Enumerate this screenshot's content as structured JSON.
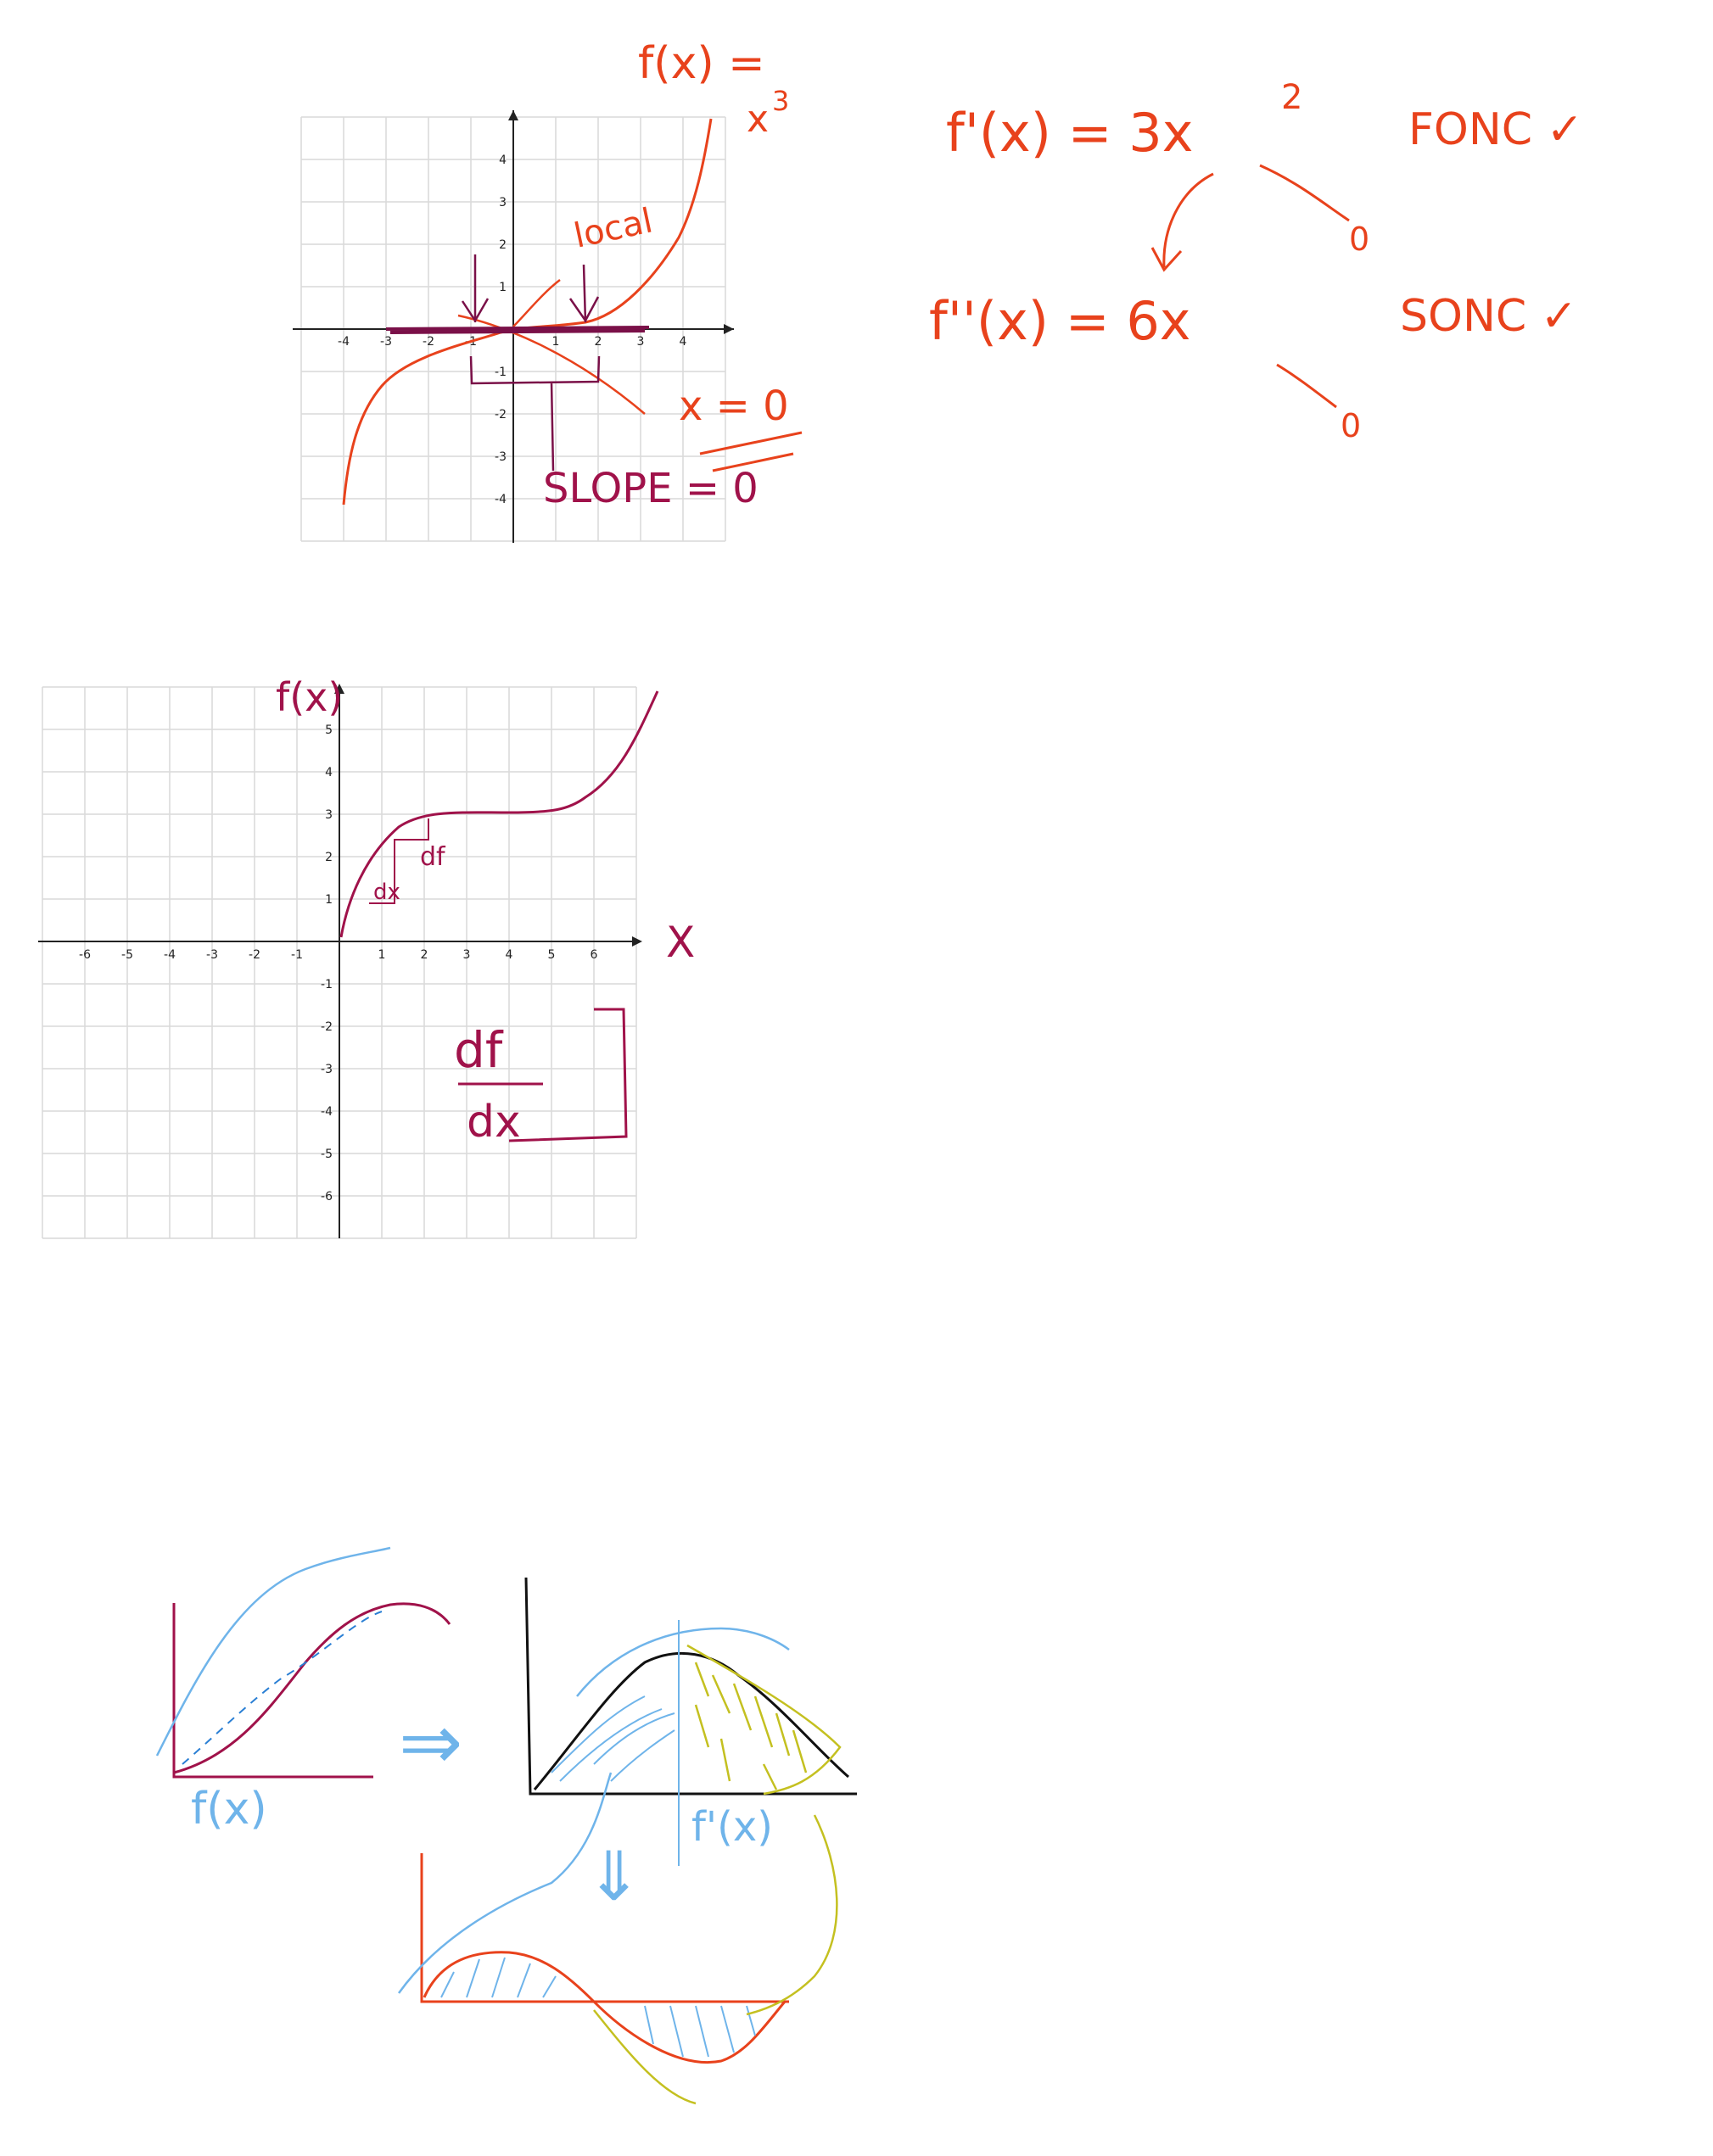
{
  "graph1": {
    "x_ticks": [
      "-4",
      "-3",
      "-2",
      "-1",
      "1",
      "2",
      "3",
      "4"
    ],
    "y_ticks": [
      "4",
      "3",
      "2",
      "1",
      "-1",
      "-2",
      "-3",
      "-4"
    ],
    "notes": {
      "fx": "f(x) =",
      "x3": "x",
      "x3_exp": "3",
      "local": "local",
      "slope": "SLOPE = 0",
      "x0": "x = 0"
    }
  },
  "derivatives": {
    "first": "f'(x) = 3x",
    "first_exp": "2",
    "fonc": "FONC ✓",
    "second": "f''(x) = 6x",
    "sonc": "SONC ✓",
    "zero1": "0",
    "zero2": "0"
  },
  "graph2": {
    "x_ticks": [
      "-6",
      "-5",
      "-4",
      "-3",
      "-2",
      "-1",
      "1",
      "2",
      "3",
      "4",
      "5",
      "6"
    ],
    "y_ticks": [
      "5",
      "4",
      "3",
      "2",
      "1",
      "-1",
      "-2",
      "-3",
      "-4",
      "-5",
      "-6"
    ],
    "notes": {
      "fx": "f(x)",
      "x": "X",
      "df_small": "df",
      "dx_small": "dx",
      "df_num": "df",
      "dx_den": "dx"
    }
  },
  "sketches": {
    "fx_label": "f(x)",
    "fpx_label": "f'(x)",
    "arrow_right": "⇒",
    "arrow_down": "⇓"
  },
  "colors": {
    "red": "#e8421c",
    "purple": "#a0124a",
    "blue": "#6fb4ea",
    "olive": "#c4c020",
    "grid": "#d9d9d9"
  }
}
